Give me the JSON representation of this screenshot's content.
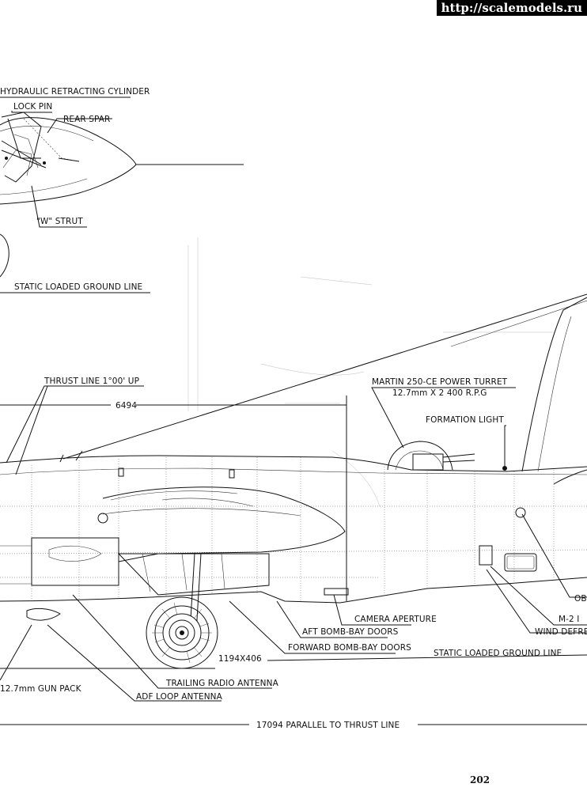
{
  "watermark": "http://scalemodels.ru",
  "page_number": "202",
  "labels": {
    "hydraulic_cylinder": "HYDRAULIC RETRACTING CYLINDER",
    "lock_pin": "LOCK PIN",
    "rear_spar": "REAR SPAR",
    "w_strut": "\"W\" STRUT",
    "static_ground_line_top": "STATIC LOADED GROUND LINE",
    "thrust_line": "THRUST LINE 1°00' UP",
    "dim_6494": "6494",
    "turret_title": "MARTIN 250-CE POWER TURRET",
    "turret_spec": "12.7mm X 2   400 R.P.G",
    "formation_light": "FORMATION LIGHT",
    "camera_aperture": "CAMERA APERTURE",
    "aft_bomb_bay": "AFT BOMB-BAY DOORS",
    "forward_bomb_bay": "FORWARD BOMB-BAY DOORS",
    "wheel_size": "1194X406",
    "static_ground_line_bottom": "STATIC LOADED GROUND LINE",
    "gun_pack": "12.7mm GUN PACK",
    "trailing_antenna": "TRAILING RADIO ANTENNA",
    "adf_antenna": "ADF LOOP ANTENNA",
    "ob_cut": "OB",
    "m2_cut": "M-2 I",
    "wind_deflector_cut": "WIND DEFREC",
    "parallel_line": "17094   PARALLEL TO THRUST LINE"
  }
}
